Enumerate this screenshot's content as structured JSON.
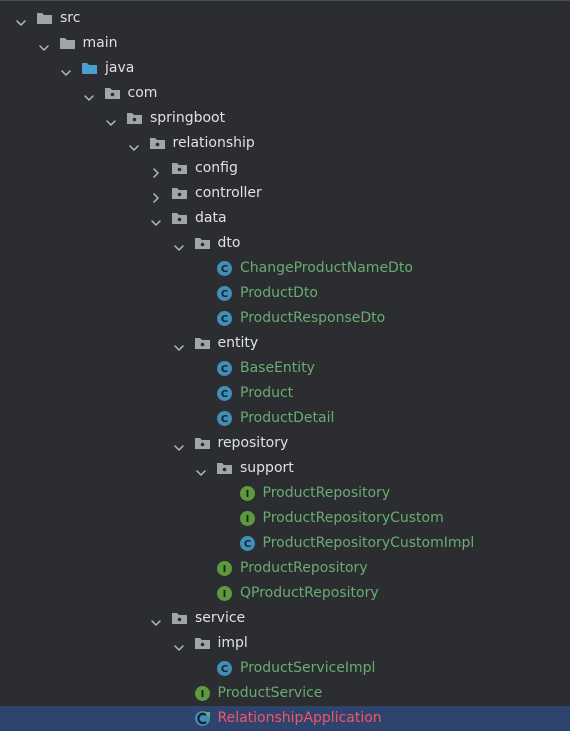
{
  "colors": {
    "background": "#2b2d30",
    "selection": "#2e436e",
    "folder_text": "#dfe1e5",
    "file_text": "#6aab73",
    "error_text": "#f75464",
    "folder_icon": "#a0a4ab",
    "source_folder_icon": "#4b9fd1",
    "class_icon": "#3f8fb8",
    "interface_icon": "#5c9a3d",
    "chevron": "#b4b8bf"
  },
  "tree": {
    "nodes": [
      {
        "label": "src",
        "depth": 0,
        "icon": "folder-icon",
        "state": "expanded"
      },
      {
        "label": "main",
        "depth": 1,
        "icon": "folder-icon",
        "state": "expanded"
      },
      {
        "label": "java",
        "depth": 2,
        "icon": "source-folder-icon",
        "state": "expanded"
      },
      {
        "label": "com",
        "depth": 3,
        "icon": "package-icon",
        "state": "expanded"
      },
      {
        "label": "springboot",
        "depth": 4,
        "icon": "package-icon",
        "state": "expanded"
      },
      {
        "label": "relationship",
        "depth": 5,
        "icon": "package-icon",
        "state": "expanded"
      },
      {
        "label": "config",
        "depth": 6,
        "icon": "package-icon",
        "state": "collapsed"
      },
      {
        "label": "controller",
        "depth": 6,
        "icon": "package-icon",
        "state": "collapsed"
      },
      {
        "label": "data",
        "depth": 6,
        "icon": "package-icon",
        "state": "expanded"
      },
      {
        "label": "dto",
        "depth": 7,
        "icon": "package-icon",
        "state": "expanded"
      },
      {
        "label": "ChangeProductNameDto",
        "depth": 8,
        "icon": "class-icon",
        "state": "leaf"
      },
      {
        "label": "ProductDto",
        "depth": 8,
        "icon": "class-icon",
        "state": "leaf"
      },
      {
        "label": "ProductResponseDto",
        "depth": 8,
        "icon": "class-icon",
        "state": "leaf"
      },
      {
        "label": "entity",
        "depth": 7,
        "icon": "package-icon",
        "state": "expanded"
      },
      {
        "label": "BaseEntity",
        "depth": 8,
        "icon": "class-icon",
        "state": "leaf"
      },
      {
        "label": "Product",
        "depth": 8,
        "icon": "class-icon",
        "state": "leaf"
      },
      {
        "label": "ProductDetail",
        "depth": 8,
        "icon": "class-icon",
        "state": "leaf"
      },
      {
        "label": "repository",
        "depth": 7,
        "icon": "package-icon",
        "state": "expanded"
      },
      {
        "label": "support",
        "depth": 8,
        "icon": "package-icon",
        "state": "expanded"
      },
      {
        "label": "ProductRepository",
        "depth": 9,
        "icon": "interface-icon",
        "state": "leaf"
      },
      {
        "label": "ProductRepositoryCustom",
        "depth": 9,
        "icon": "interface-icon",
        "state": "leaf"
      },
      {
        "label": "ProductRepositoryCustomImpl",
        "depth": 9,
        "icon": "class-icon",
        "state": "leaf"
      },
      {
        "label": "ProductRepository",
        "depth": 8,
        "icon": "interface-icon",
        "state": "leaf"
      },
      {
        "label": "QProductRepository",
        "depth": 8,
        "icon": "interface-icon",
        "state": "leaf"
      },
      {
        "label": "service",
        "depth": 6,
        "icon": "package-icon",
        "state": "expanded"
      },
      {
        "label": "impl",
        "depth": 7,
        "icon": "package-icon",
        "state": "expanded"
      },
      {
        "label": "ProductServiceImpl",
        "depth": 8,
        "icon": "class-icon",
        "state": "leaf"
      },
      {
        "label": "ProductService",
        "depth": 7,
        "icon": "interface-icon",
        "state": "leaf"
      },
      {
        "label": "RelationshipApplication",
        "depth": 7,
        "icon": "spring-app-icon",
        "state": "leaf",
        "selected": true
      }
    ]
  }
}
